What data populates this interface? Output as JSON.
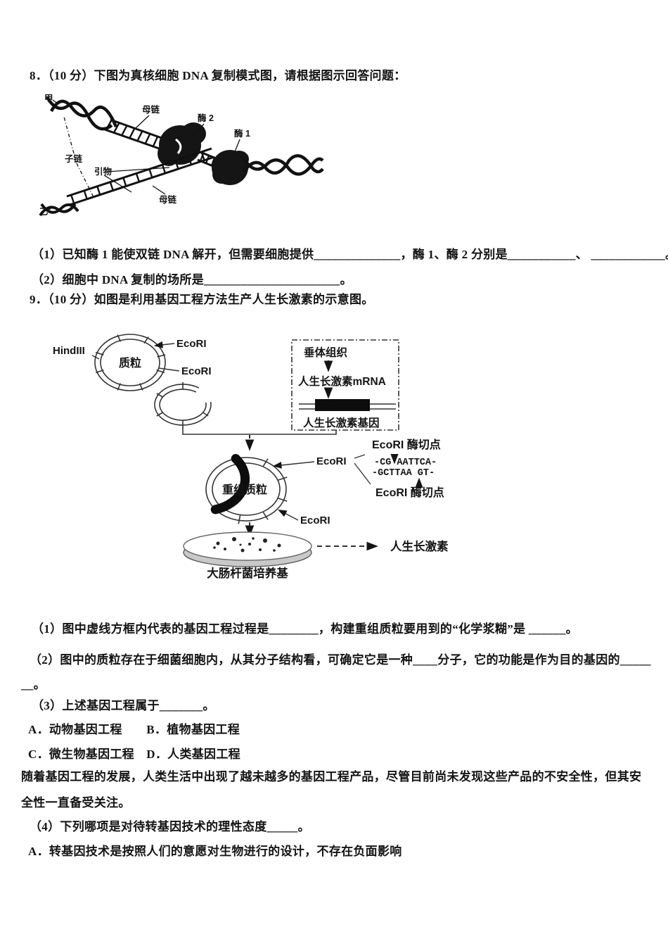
{
  "q8": {
    "stem": "8．（10 分）下图为真核细胞 DNA 复制模式图，请根据图示回答问题：",
    "figure": {
      "jia": "甲",
      "mother_top": "母链",
      "enzyme2": "酶 2",
      "enzyme1": "酶 1",
      "daughter": "子链",
      "primer": "引物",
      "mother_bottom": "母链",
      "yi": "乙"
    },
    "sub1": "（1）已知酶 1 能使双链 DNA 解开，但需要细胞提供______________，酶 1、酶 2 分别是___________、 ____________。",
    "sub2": "（2）细胞中 DNA 复制的场所是______________________。"
  },
  "q9": {
    "stem": "9．（10 分）如图是利用基因工程方法生产人生长激素的示意图。",
    "figure": {
      "hindiii": "HindIII",
      "plasmid": "质粒",
      "ecori_top": "EcoRI",
      "ecori_mid": "EcoRI",
      "box_tissue": "垂体组织",
      "box_mrna": "人生长激素mRNA",
      "box_gene": "人生长激素基因",
      "cut_top": "EcoRI 酶切点",
      "seq_top": "-CG AATTCA-",
      "seq_bottom": "-GCTTAA GT-",
      "cut_bottom": "EcoRI 酶切点",
      "recombinant": "重组质粒",
      "ecori_rec_top": "EcoRI",
      "ecori_rec_bottom": "EcoRI",
      "medium": "大肠杆菌培养基",
      "hormone": "人生长激素"
    },
    "sub1": "（1）图中虚线方框内代表的基因工程过程是________，构建重组质粒要用到的“化学浆糊”是 ______。",
    "sub2": "（2）图中的质粒存在于细菌细胞内，从其分子结构看，可确定它是一种____分子，它的功能是作为目的基因的_____",
    "sub2_cont": "__。",
    "sub3": "（3）上述基因工程属于_______。",
    "options_ab": "A．动物基因工程　　B．植物基因工程",
    "options_cd": "C．微生物基因工程　D．人类基因工程",
    "para1": "随着基因工程的发展，人类生活中出现了越未越多的基因工程产品，尽管目前尚未发现这些产品的不安全性，但其安",
    "para2": "全性一直备受关注。",
    "sub4": "（4）下列哪项是对待转基因技术的理性态度_____。",
    "sub4_a": "A．转基因技术是按照人们的意愿对生物进行的设计，不存在负面影响"
  },
  "colors": {
    "ink": "#141414"
  }
}
